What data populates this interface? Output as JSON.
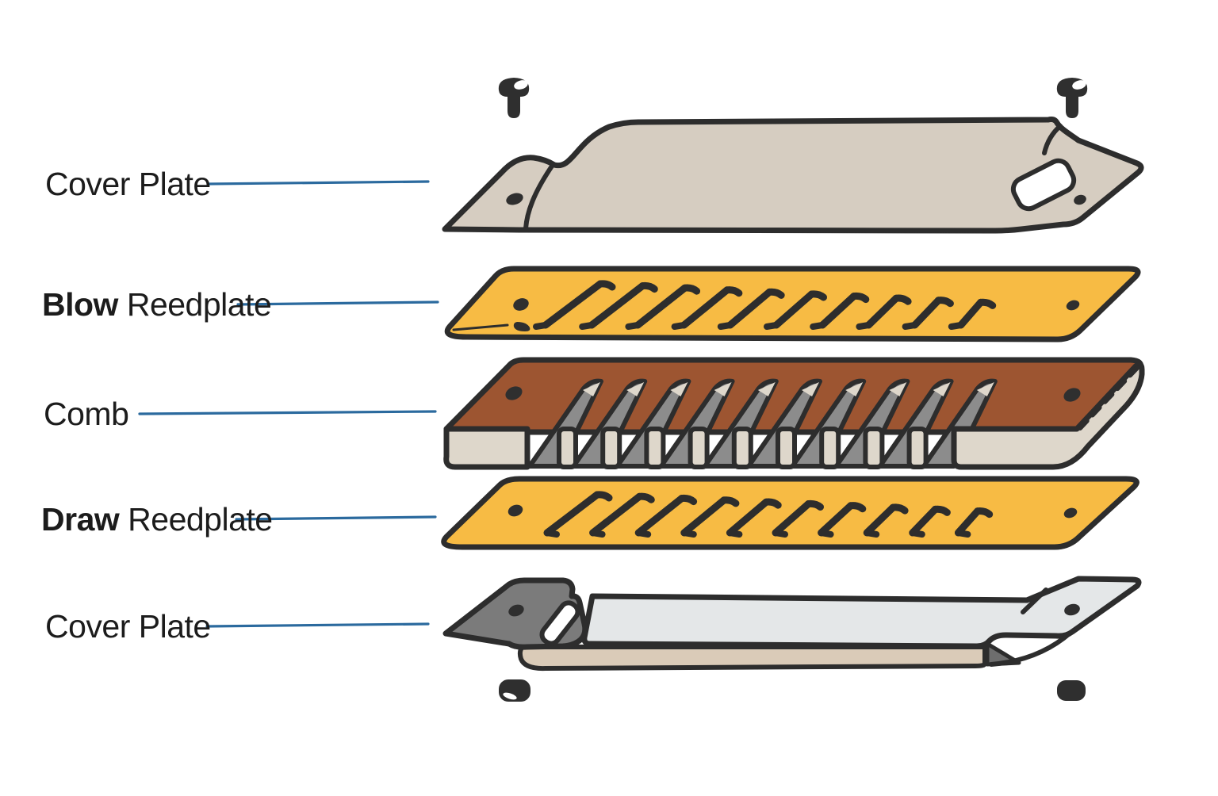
{
  "labels": [
    {
      "bold": "",
      "rest": "Cover Plate"
    },
    {
      "bold": "Blow",
      "rest": " Reedplate"
    },
    {
      "bold": "",
      "rest": "Comb"
    },
    {
      "bold": "Draw",
      "rest": " Reedplate"
    },
    {
      "bold": "",
      "rest": "Cover Plate"
    }
  ],
  "colors": {
    "label-text": "#1c1c1c",
    "leader": "#2b6a9e",
    "outline": "#2d2d2d",
    "cover-top": "#d6cdc1",
    "reedplate-yellow": "#f7bb44",
    "comb-brown": "#9d5531",
    "comb-beige": "#ded7cb",
    "comb-gray": "#8c8c8c",
    "bottom-top": "#e4e7e8",
    "bottom-front": "#dacbb8",
    "flap-gray": "#7b7b7b",
    "fold-gray": "#6e6e6e",
    "hardware-dark": "#2f2f2f",
    "window-white": "#ffffff",
    "background": "#ffffff"
  }
}
